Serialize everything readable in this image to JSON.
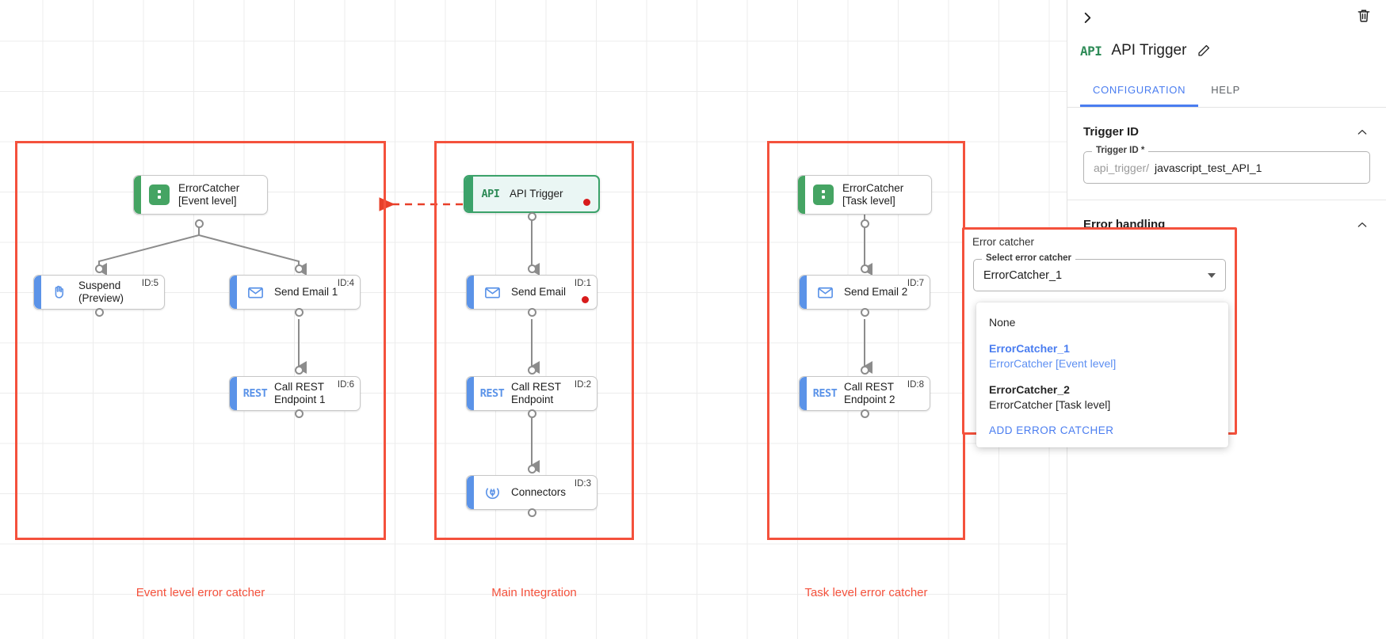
{
  "canvas": {
    "groups": [
      {
        "caption": "Event level error catcher"
      },
      {
        "caption": "Main Integration"
      },
      {
        "caption": "Task level error catcher"
      }
    ],
    "nodes": [
      {
        "key": "errcatcher_event",
        "label": "ErrorCatcher\n[Event level]",
        "icon": "error-catcher-icon",
        "id_badge": "",
        "dot": false
      },
      {
        "key": "suspend",
        "label": "Suspend\n(Preview)",
        "icon": "hand-icon",
        "id_badge": "ID:5",
        "dot": false
      },
      {
        "key": "send_email_1",
        "label": "Send Email 1",
        "icon": "envelope-icon",
        "id_badge": "ID:4",
        "dot": false
      },
      {
        "key": "call_rest_1",
        "label": "Call REST\nEndpoint 1",
        "icon": "rest-icon",
        "id_badge": "ID:6",
        "dot": false
      },
      {
        "key": "api_trigger",
        "label": "API Trigger",
        "icon": "api-icon",
        "id_badge": "",
        "dot": true
      },
      {
        "key": "send_email",
        "label": "Send Email",
        "icon": "envelope-icon",
        "id_badge": "ID:1",
        "dot": true
      },
      {
        "key": "call_rest",
        "label": "Call REST\nEndpoint",
        "icon": "rest-icon",
        "id_badge": "ID:2",
        "dot": false
      },
      {
        "key": "connectors",
        "label": "Connectors",
        "icon": "connectors-icon",
        "id_badge": "ID:3",
        "dot": false
      },
      {
        "key": "errcatcher_task",
        "label": "ErrorCatcher\n[Task level]",
        "icon": "error-catcher-icon",
        "id_badge": "",
        "dot": false
      },
      {
        "key": "send_email_2",
        "label": "Send Email 2",
        "icon": "envelope-icon",
        "id_badge": "ID:7",
        "dot": false
      },
      {
        "key": "call_rest_2",
        "label": "Call REST\nEndpoint 2",
        "icon": "rest-icon",
        "id_badge": "ID:8",
        "dot": false
      }
    ]
  },
  "panel": {
    "collapse_icon": "chevron-right-icon",
    "delete_icon": "trash-icon",
    "title": "API Trigger",
    "title_icon": "api-icon",
    "edit_icon": "pencil-icon",
    "tabs": [
      {
        "label": "CONFIGURATION",
        "active": true
      },
      {
        "label": "HELP",
        "active": false
      }
    ],
    "trigger_section": {
      "heading": "Trigger ID",
      "field_legend": "Trigger ID *",
      "field_prefix": "api_trigger/",
      "field_value": "javascript_test_API_1"
    },
    "error_handling": {
      "heading": "Error handling",
      "box_label": "Error catcher",
      "select_legend": "Select error catcher",
      "selected_value": "ErrorCatcher_1",
      "options": [
        {
          "main": "None",
          "sub": "",
          "selected": false,
          "bold": false
        },
        {
          "main": "ErrorCatcher_1",
          "sub": "ErrorCatcher [Event level]",
          "selected": true,
          "bold": false
        },
        {
          "main": "ErrorCatcher_2",
          "sub": "ErrorCatcher [Task level]",
          "selected": false,
          "bold": true
        }
      ],
      "add_action": "ADD ERROR CATCHER"
    }
  },
  "colors": {
    "accent_blue": "#4a7df0",
    "node_blue": "#5b93e8",
    "green": "#45a463",
    "red_frame": "#f4513c",
    "status_dot": "#d81b1b"
  }
}
